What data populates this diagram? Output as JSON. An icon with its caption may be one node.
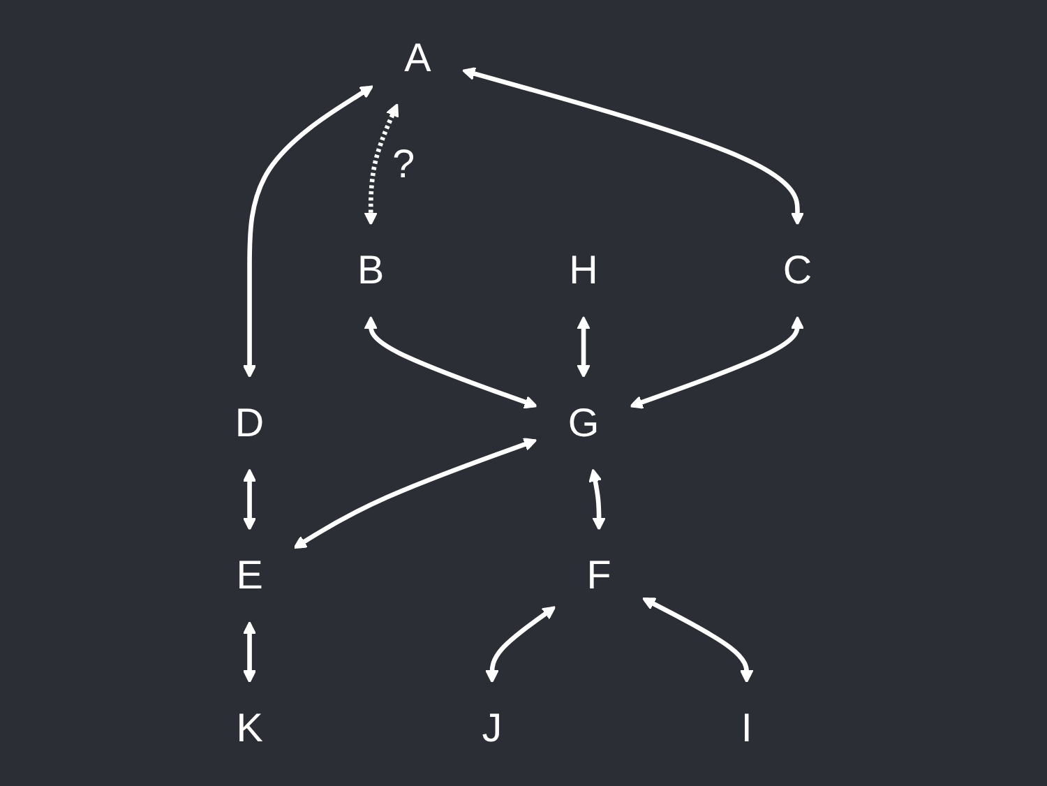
{
  "diagram": {
    "nodes": [
      {
        "text": [
          "A"
        ]
      },
      {
        "text": [
          "C"
        ]
      },
      {
        "text": [
          "H"
        ]
      },
      {
        "text": [
          "B"
        ]
      },
      {
        "text": [
          "G"
        ]
      },
      {
        "text": [
          "D"
        ]
      },
      {
        "text": [
          "E"
        ]
      },
      {
        "text": [
          "F"
        ]
      },
      {
        "text": [
          "J"
        ]
      },
      {
        "text": [
          "K"
        ]
      },
      {
        "text": [
          "I"
        ]
      }
    ],
    "edges": [
      {
        "from": 0,
        "to": 1,
        "arrow": "both"
      },
      {
        "from": 0,
        "to": 3,
        "arrow": "both",
        "style": "dashed",
        "label": "?"
      },
      {
        "from": 0,
        "to": 5,
        "arrow": "both"
      },
      {
        "from": 1,
        "to": 4,
        "arrow": "both"
      },
      {
        "from": 2,
        "to": 4,
        "arrow": "both"
      },
      {
        "from": 3,
        "to": 4,
        "arrow": "both"
      },
      {
        "from": 4,
        "to": 6,
        "arrow": "both"
      },
      {
        "from": 4,
        "to": 7,
        "arrow": "both"
      },
      {
        "from": 5,
        "to": 6,
        "arrow": "both"
      },
      {
        "from": 6,
        "to": 9,
        "arrow": "both"
      },
      {
        "from": 7,
        "to": 8,
        "arrow": "both"
      },
      {
        "from": 7,
        "to": 10,
        "arrow": "both"
      }
    ]
  }
}
